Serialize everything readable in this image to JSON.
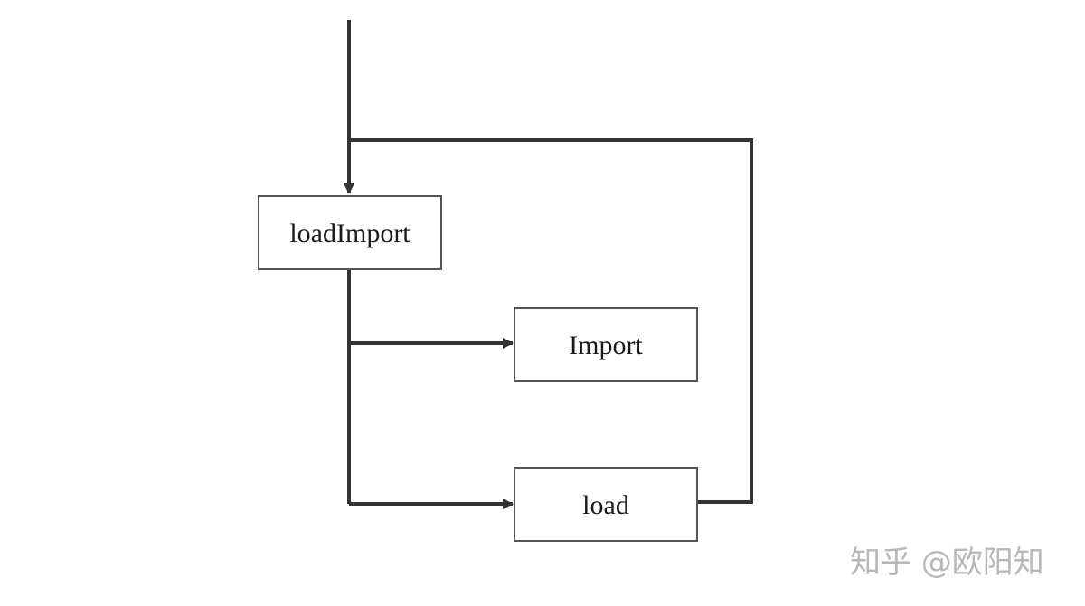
{
  "diagram": {
    "nodes": {
      "load_import": "loadImport",
      "import": "Import",
      "load": "load"
    }
  },
  "watermark": {
    "text": "知乎 @欧阳知"
  },
  "colors": {
    "line": "#333333",
    "box_border": "#555555",
    "background": "#ffffff",
    "watermark": "#b8b8b8"
  }
}
